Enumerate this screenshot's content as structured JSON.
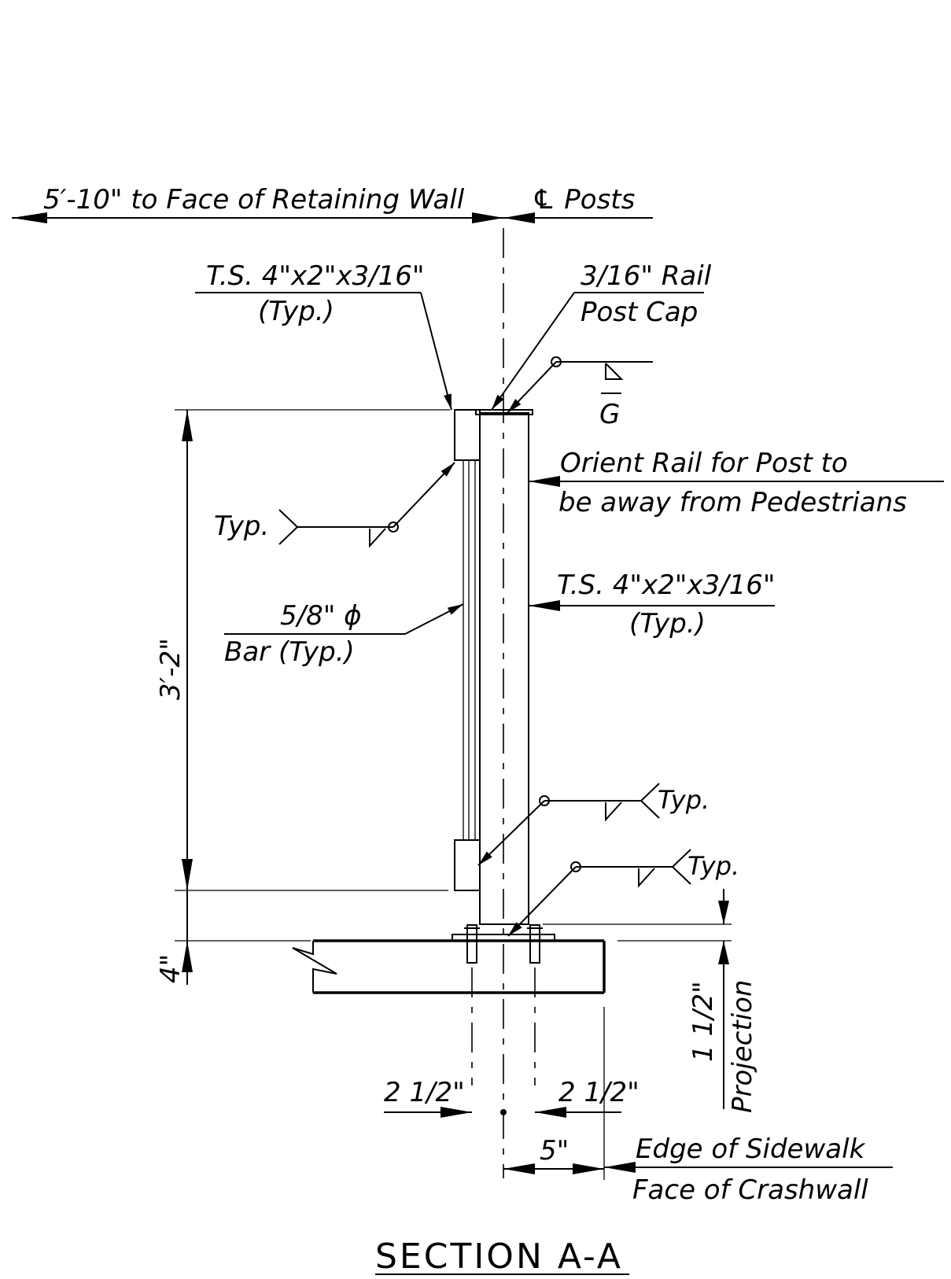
{
  "labels": {
    "to_face_of_wall": "5′-10\" to Face of Retaining Wall",
    "cl_posts": "℄ Posts",
    "ts_top_left_1": "T.S. 4\"x2\"x3/16\"",
    "ts_top_left_2": "(Typ.)",
    "rail_post_cap_1": "3/16\" Rail",
    "rail_post_cap_2": "Post Cap",
    "weld_g": "G",
    "orient_1": "Orient Rail for Post to",
    "orient_2": "be away from  Pedestrians",
    "typ_left": "Typ.",
    "ts_right_1": "T.S. 4\"x2\"x3/16\"",
    "ts_right_2": "(Typ.)",
    "bar_1": "5/8\" ϕ",
    "bar_2": "Bar (Typ.)",
    "dim_height": "3′-2\"",
    "typ_lower_1": "Typ.",
    "typ_lower_2": "Typ.",
    "dim_4": "4\"",
    "dim_projection_value": "1 1/2\"",
    "dim_projection_label": "Projection",
    "dim_left_2_5": "2 1/2\"",
    "dim_right_2_5": "2 1/2\"",
    "dim_5": "5\"",
    "edge_1": "Edge of Sidewalk",
    "edge_2": "Face of Crashwall"
  },
  "title": "SECTION A-A"
}
